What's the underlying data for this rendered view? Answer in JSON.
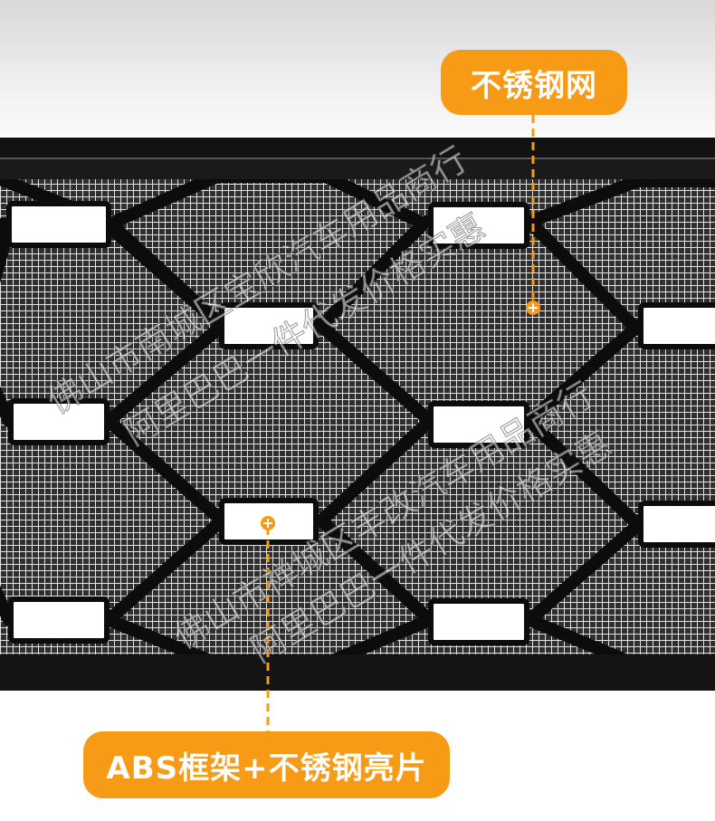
{
  "callouts": {
    "top_label": "不锈钢网",
    "bottom_label": "ABS框架+不锈钢亮片"
  },
  "watermarks": {
    "line_a": "佛山市南城区宝欣汽车用品商行",
    "line_b": "阿里巴巴一件代发价格实惠",
    "line_c": "佛山市禅城区丰改汽车用品商行",
    "line_d": "阿里巴巴一件代发价格实惠"
  },
  "colors": {
    "accent": "#f79a16",
    "frame": "#111111",
    "mesh_bg": "#3a3a3a",
    "mesh_line": "#d9d9d9",
    "plate": "#ffffff"
  }
}
